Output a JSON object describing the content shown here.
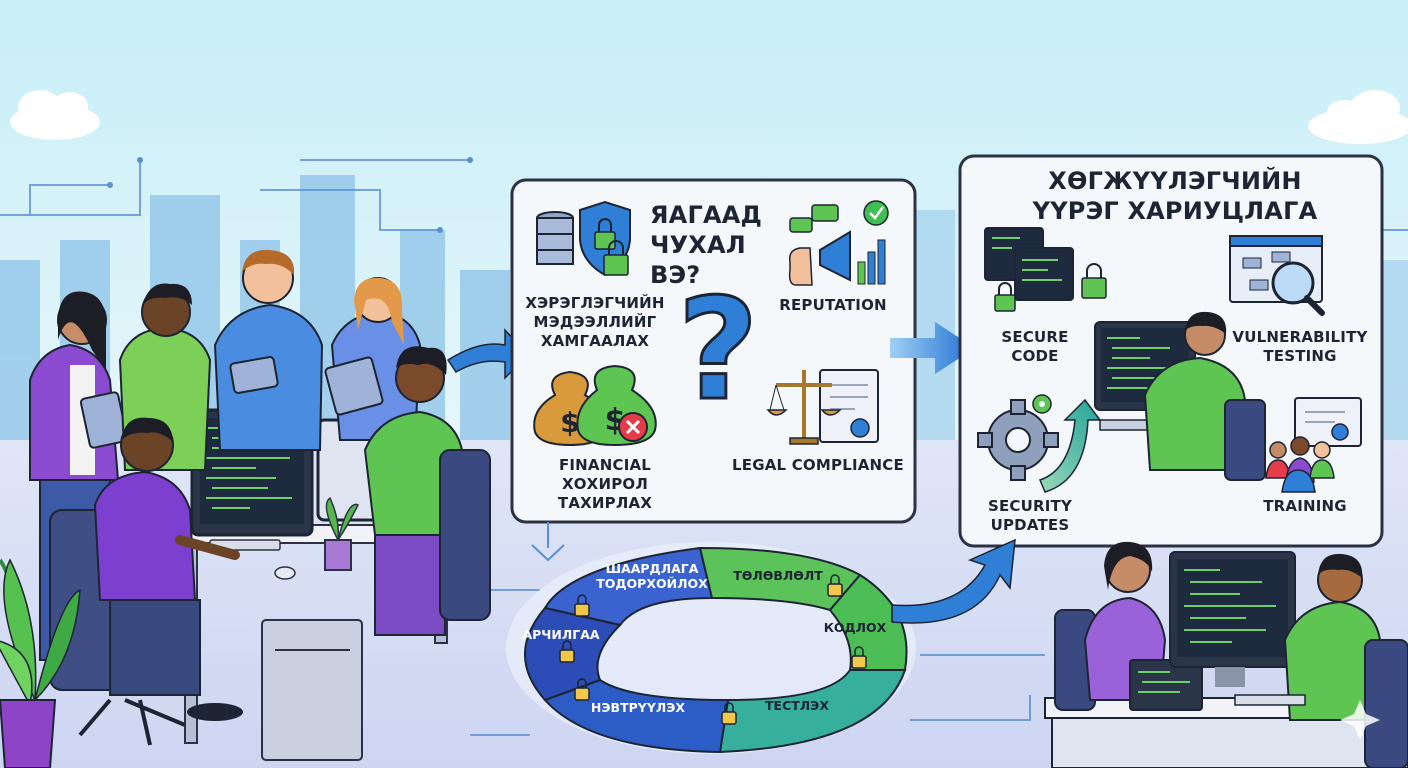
{
  "why_panel": {
    "title_line1": "ЯАГААД",
    "title_line2": "ЧУХАЛ ВЭ?",
    "protect_line1": "ХЭРЭГЛЭГЧИЙН",
    "protect_line2": "МЭДЭЭЛЛИЙГ",
    "protect_line3": "ХАМГААЛАХ",
    "reputation": "REPUTATION",
    "financial_line1": "FINANCIAL",
    "financial_line2": "ХОХИРОЛ",
    "financial_line3": "ТАХИРЛАХ",
    "legal": "LEGAL COMPLIANCE",
    "question_mark": "?"
  },
  "dev_panel": {
    "title_line1": "ХӨГЖҮҮЛЭГЧИЙН",
    "title_line2": "ҮҮРЭГ ХАРИУЦЛАГА",
    "secure_code_line1": "SECURE",
    "secure_code_line2": "CODE",
    "vuln_line1": "VULNERABILITY",
    "vuln_line2": "TESTING",
    "updates_line1": "SECURITY",
    "updates_line2": "UPDATES",
    "training": "TRAINING"
  },
  "cycle": {
    "req_line1": "ШААРДЛАГА",
    "req_line2": "ТОДОРХОЙЛОХ",
    "plan": "ТӨЛӨВЛӨЛТ",
    "code": "КОДЛОХ",
    "test": "ТЕСТЛЭХ",
    "deploy": "НЭВТРҮҮЛЭХ",
    "maintain": "АРЧИЛГАА"
  },
  "colors": {
    "sky": "#cdeff7",
    "panel_bg": "#f4f8fb",
    "ink": "#1d2433",
    "accent_blue": "#2f7fd6",
    "accent_green": "#4cbf4a",
    "cycle_blue": "#2c57c4",
    "cycle_green": "#54c257",
    "cycle_teal": "#2aa8a4"
  },
  "icons": [
    "database-shield-icon",
    "megaphone-icon",
    "money-bags-icon",
    "scales-icon",
    "code-lock-icon",
    "magnifier-icon",
    "gear-icon",
    "certificate-icon",
    "people-icon",
    "padlock-icon",
    "sparkle-icon"
  ]
}
